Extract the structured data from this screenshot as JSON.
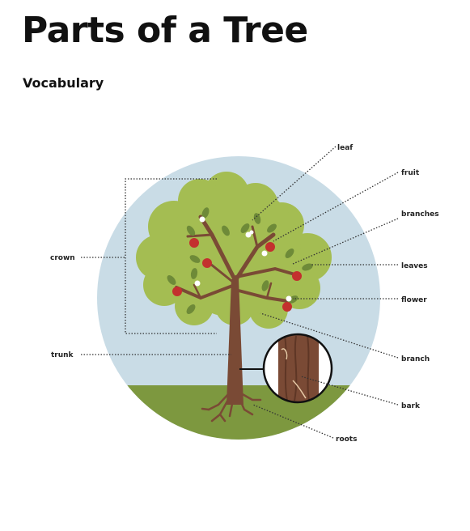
{
  "title": "Parts of a Tree",
  "subtitle": "Vocabulary",
  "labels": {
    "leaf": "leaf",
    "fruit": "fruit",
    "branches": "branches",
    "leaves": "leaves",
    "flower": "flower",
    "branch": "branch",
    "bark": "bark",
    "roots": "roots",
    "crown": "crown",
    "trunk": "trunk"
  },
  "colors": {
    "sky": "#c9dce6",
    "ground": "#7d983f",
    "foliage": "#a4bd52",
    "trunk": "#7a4a35",
    "fruit": "#c3302e",
    "flower": "#ffffff"
  }
}
